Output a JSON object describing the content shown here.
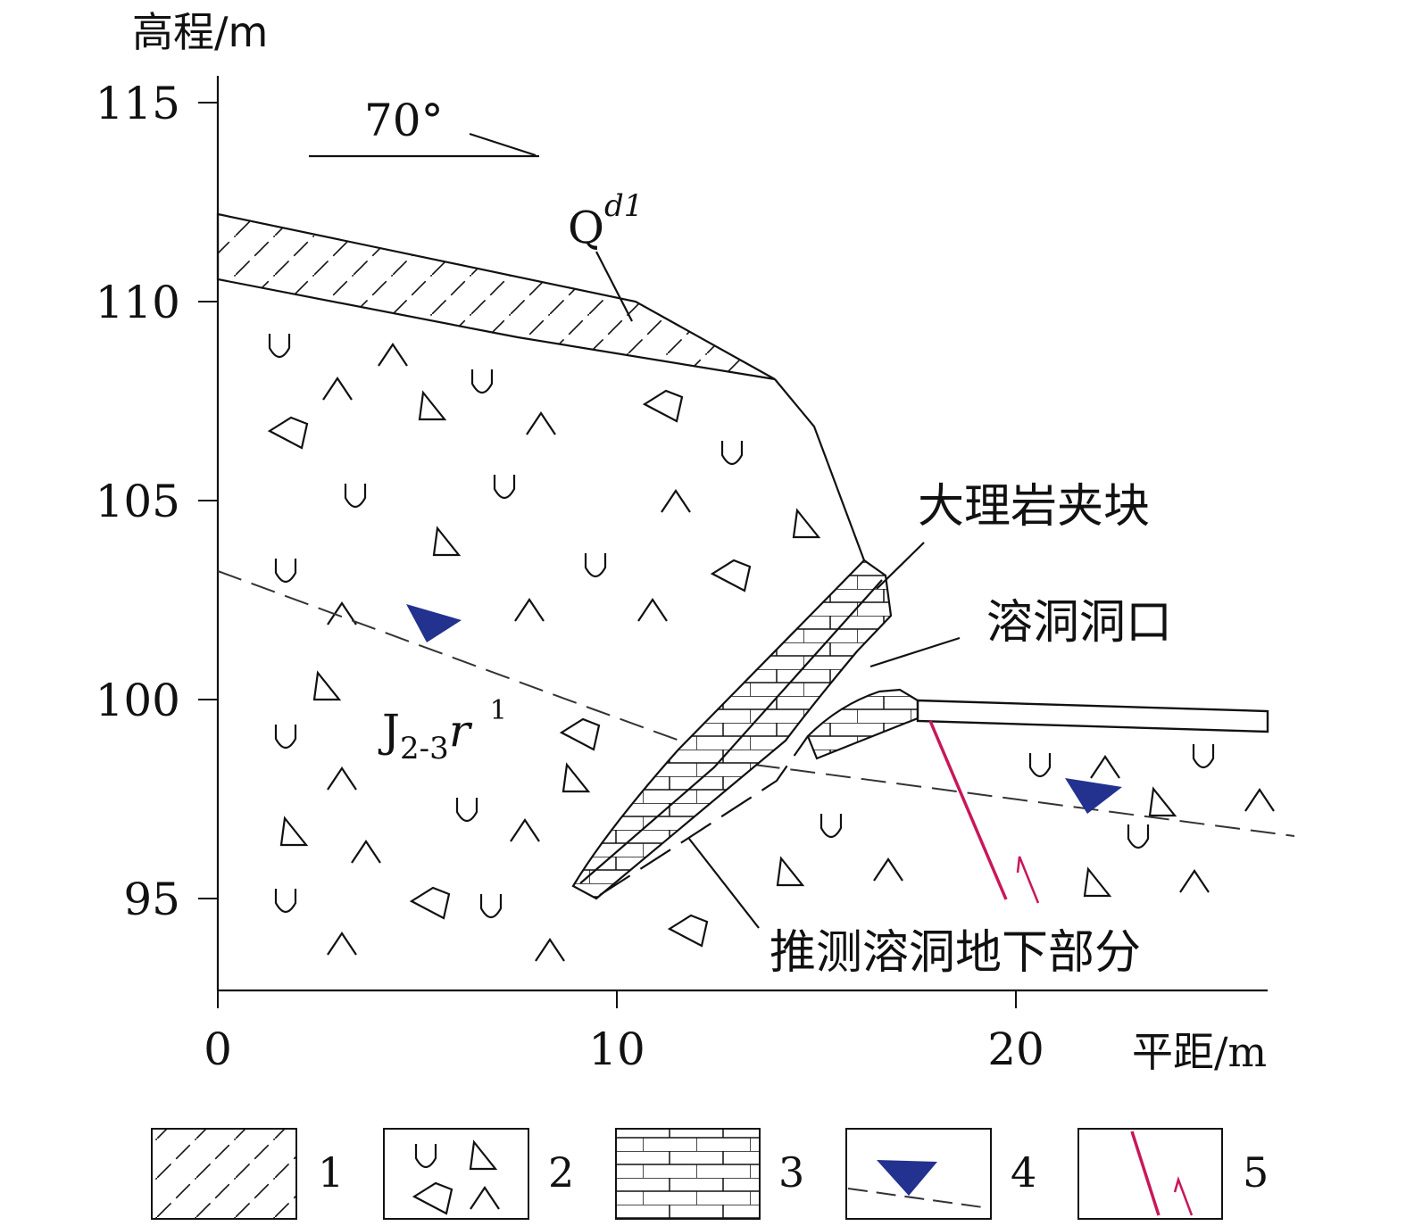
{
  "axes": {
    "y_label": "高程/m",
    "x_label": "平距/m",
    "y_ticks": [
      "115",
      "110",
      "105",
      "100",
      "95"
    ],
    "x_ticks": [
      "0",
      "10",
      "20"
    ]
  },
  "annotations": {
    "dip": "70°",
    "qdl_base": "Q",
    "qdl_sup": "d1",
    "strata_base": "J",
    "strata_sub": "2-3",
    "strata_r": "r",
    "strata_sup": "1",
    "marble": "大理岩夹块",
    "cave_mouth": "溶洞洞口",
    "cave_underground": "推测溶洞地下部分"
  },
  "legend": [
    "1",
    "2",
    "3",
    "4",
    "5"
  ],
  "colors": {
    "water": "#23318f",
    "fault": "#c8175a",
    "line": "#111111"
  }
}
